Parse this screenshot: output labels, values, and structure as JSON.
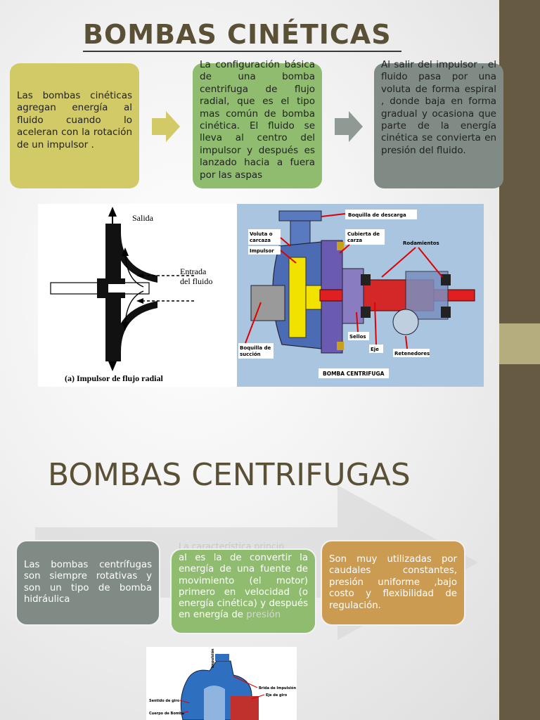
{
  "section1": {
    "title": "BOMBAS CINÉTICAS",
    "box1": "Las bombas cinéticas agregan energía al fluido cuando lo aceleran con la rotación de un impulsor .",
    "box2": "La configuración básica de una bomba centrifuga de flujo radial, que es el tipo mas común de bomba cinética. El fluido se lleva al centro del impulsor y después es lanzado hacia a fuera por las aspas",
    "box3": "Al salir del impulsor , el fluido pasa por una voluta de forma espiral , donde baja en forma gradual y ocasiona que parte de la energía cinética se convierta en presión del fluido."
  },
  "figure_left": {
    "salida": "Salida",
    "entrada_line1": "Entrada",
    "entrada_line2": "del fluido",
    "caption": "(a)  Impulsor de flujo radial"
  },
  "figure_right": {
    "boquilla_descarga": "Boquilla de descarga",
    "voluta_line1": "Voluta o",
    "voluta_line2": "carcaza",
    "impulsor": "Impulsor",
    "cubierta_line1": "Cubierta de",
    "cubierta_line2": "carza",
    "rodamientos": "Rodamientos",
    "boquilla_succion_line1": "Boquilla de",
    "boquilla_succion_line2": "succión",
    "sellos": "Sellos",
    "eje": "Eje",
    "retenedores": "Retenedores",
    "caption": "BOMBA CENTRIFUGA"
  },
  "section2": {
    "title": "BOMBAS CENTRIFUGAS",
    "box4": "Las bombas centrífugas son siempre rotativas y son un tipo de bomba hidráulica",
    "box5_overflow_top": "La característica princip",
    "box5": "al es la de convertir la energía de una fuente de movimiento (el motor) primero en velocidad (o energía cinética) y después en energía de",
    "box5_overflow_bottom": "presión",
    "box6": "Son muy utilizadas por caudales constantes, presión uniforme ,bajo costo y flexibilidad de regulación."
  },
  "figure_bottom": {
    "impulsion": "Impulsión",
    "brida_impulsion": "Brida de Impulsión",
    "eje_giro": "Eje de giro",
    "sentido_giro": "Sentido de giro",
    "cuerpo_bomba": "Cuerpo de Bomba"
  },
  "colors": {
    "sidebar": "#675a42",
    "sidebar_accent": "#b5ad7d",
    "title": "#5a5036",
    "box_yellow": "#d2c967",
    "box_green": "#8fbc6f",
    "box_gray": "#7f8b84",
    "box_orange": "#cc9b52"
  }
}
